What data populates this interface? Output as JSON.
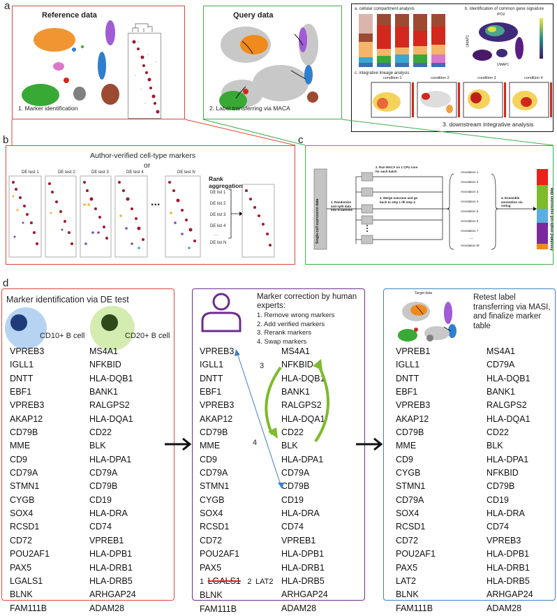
{
  "panel_a": {
    "letter": "a",
    "reference_title": "Reference data",
    "reference_caption": "1. Marker identification",
    "query_title": "Query data",
    "query_caption": "2. Label transferring via MACA",
    "sub_a": "a. cellular compartment analysis",
    "sub_b": "b. Identification of common gene signature",
    "gene": "IPO2",
    "umap2": "UMAP2",
    "umap1": "UMAP1",
    "sub_c": "c. integrative lineage analysis",
    "conditions": [
      "condition 1",
      "condition 2",
      "condition 3",
      "condition 4"
    ],
    "downstream_caption": "3. downstream integrative analysis"
  },
  "panel_b": {
    "letter": "b",
    "title_line1": "Author-verified cell-type markers",
    "title_line2": "or",
    "de_tests": [
      "DE test 1",
      "DE test 2",
      "DE test 3",
      "DE test 4",
      "DE test N"
    ],
    "ellipsis": "...",
    "rank_label": "Rank aggregation",
    "de_lists": [
      "DE list 1",
      "DE list 2",
      "DE list 3",
      "DE list 4",
      "...",
      "DE list N"
    ]
  },
  "panel_c": {
    "letter": "c",
    "input_label": "Single-cell expression data",
    "step1": "1. Randomize and split data into N batches",
    "step2": "2. Run MACA on 1 CPU core for each batch",
    "step3": "3. Merge outcome and go back to step 1 till step 4",
    "annotations": [
      "Annotation 1",
      "Annotation 2",
      "Annotation 3",
      "Annotation 4",
      "Annotation 5",
      "Annotation 6",
      "Annotation 7",
      "...",
      "Annotation M"
    ],
    "step4": "4. Ensemble annotation via voting",
    "output_label": "Annotated single-cell expression data",
    "ensemble_colors": [
      "#e8231c",
      "#7dbb2a",
      "#5aafe0",
      "#7b2a9e",
      "#f08a1c"
    ]
  },
  "panel_d": {
    "letter": "d",
    "left_title": "Marker identification via DE test",
    "cd10_label": "CD10+ B cell",
    "cd20_label": "CD20+ B cell",
    "left_col1": [
      "VPREB3",
      "IGLL1",
      "DNTT",
      "EBF1",
      "VPREB3",
      "AKAP12",
      "CD79B",
      "MME",
      "CD9",
      "CD79A",
      "STMN1",
      "CYGB",
      "SOX4",
      "RCSD1",
      "CD72",
      "POU2AF1",
      "PAX5",
      "LGALS1",
      "BLNK",
      "FAM111B"
    ],
    "left_col2": [
      "MS4A1",
      "NFKBID",
      "HLA-DQB1",
      "BANK1",
      "RALGPS2",
      "HLA-DQA1",
      "CD22",
      "BLK",
      "HLA-DPA1",
      "CD79A",
      "CD79B",
      "CD19",
      "HLA-DRA",
      "CD74",
      "VPREB1",
      "HLA-DPB1",
      "HLA-DRB1",
      "HLA-DRB5",
      "ARHGAP24",
      "ADAM28"
    ],
    "middle_title": "Marker correction by human experts:",
    "middle_steps": [
      "1. Remove wrong markers",
      "2. Add verified markers",
      "3. Rerank markers",
      "4. Swap markers"
    ],
    "mid_col1": [
      "VPREB3",
      "IGLL1",
      "DNTT",
      "EBF1",
      "VPREB3",
      "AKAP12",
      "CD79B",
      "MME",
      "CD9",
      "CD79A",
      "STMN1",
      "CYGB",
      "SOX4",
      "RCSD1",
      "CD72",
      "POU2AF1",
      "PAX5"
    ],
    "mid_removed": "LGALS1",
    "mid_remove_num": "1",
    "mid_add_num": "2",
    "mid_added": "LAT2",
    "mid_col1_tail": [
      "BLNK",
      "FAM111B"
    ],
    "mid_col2": [
      "MS4A1",
      "NFKBID",
      "HLA-DQB1",
      "BANK1",
      "RALGPS2",
      "HLA-DQA1",
      "CD22",
      "BLK",
      "HLA-DPA1",
      "CD79A",
      "CD79B",
      "CD19",
      "HLA-DRA",
      "CD74",
      "VPREB1",
      "HLA-DPB1",
      "HLA-DRB1",
      "HLA-DRB5",
      "ARHGAP24",
      "ADAM28"
    ],
    "arrow3_label": "3",
    "arrow4_label": "4",
    "right_target": "Target data",
    "right_title": "Retest label transferring via MASI, and finalize marker table",
    "right_col1": [
      "VPREB1",
      "IGLL1",
      "DNTT",
      "EBF1",
      "VPREB3",
      "AKAP12",
      "CD79B",
      "MME",
      "CD9",
      "CYGB",
      "STMN1",
      "CD79A",
      "SOX4",
      "RCSD1",
      "CD72",
      "POU2AF1",
      "PAX5",
      "LAT2",
      "BLNK",
      "FAM111B"
    ],
    "right_col2": [
      "MS4A1",
      "CD79A",
      "HLA-DQB1",
      "BANK1",
      "RALGPS2",
      "HLA-DQA1",
      "CD22",
      "BLK",
      "HLA-DPA1",
      "NFKBID",
      "CD79B",
      "CD19",
      "HLA-DRA",
      "CD74",
      "VPREB3",
      "HLA-DPB1",
      "HLA-DRB1",
      "HLA-DRB5",
      "ARHGAP24",
      "ADAM28"
    ]
  },
  "colors": {
    "red_border": "#d9473a",
    "green_border": "#3fae49",
    "purple_border": "#6a2c8c",
    "blue_border": "#3f80c2",
    "orange": "#f08a1c",
    "purple": "#a25bd6",
    "blue": "#2f7fd0",
    "brown": "#9c4a32",
    "green": "#39a935",
    "grey": "#808080",
    "pink": "#dd77cc",
    "red": "#d3281d"
  }
}
